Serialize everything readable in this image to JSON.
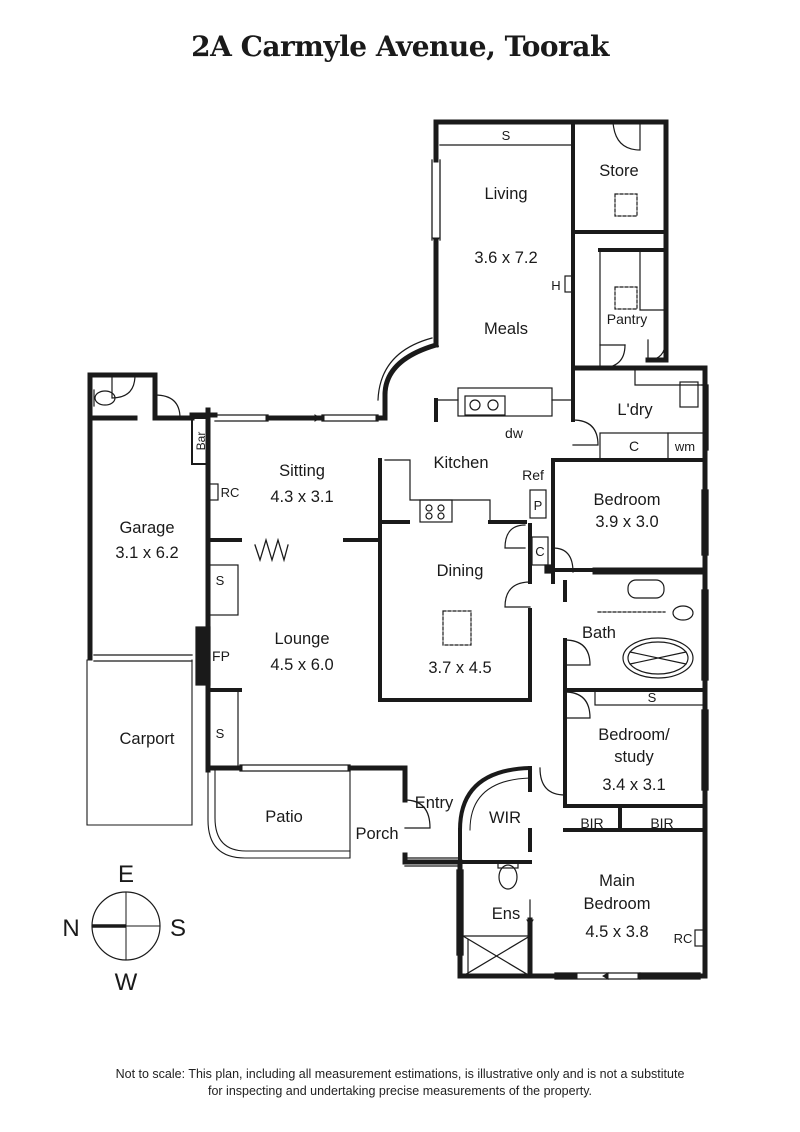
{
  "title": "2A Carmyle Avenue, Toorak",
  "rooms": {
    "living": {
      "name": "Living",
      "dims": "3.6 x 7.2",
      "name2": "Meals"
    },
    "store": {
      "name": "Store"
    },
    "pantry": {
      "name": "Pantry"
    },
    "laundry": {
      "name": "L'dry"
    },
    "kitchen": {
      "name": "Kitchen"
    },
    "sitting": {
      "name": "Sitting",
      "dims": "4.3 x 3.1"
    },
    "bedroom1": {
      "name": "Bedroom",
      "dims": "3.9 x 3.0"
    },
    "garage": {
      "name": "Garage",
      "dims": "3.1 x 6.2"
    },
    "dining": {
      "name": "Dining",
      "dims": "3.7 x 4.5"
    },
    "lounge": {
      "name": "Lounge",
      "dims": "4.5 x 6.0"
    },
    "bath": {
      "name": "Bath"
    },
    "carport": {
      "name": "Carport"
    },
    "study": {
      "name1": "Bedroom/",
      "name2": "study",
      "dims": "3.4 x 3.1"
    },
    "patio": {
      "name": "Patio"
    },
    "porch": {
      "name": "Porch"
    },
    "entry": {
      "name": "Entry"
    },
    "wir": {
      "name": "WIR"
    },
    "main": {
      "name1": "Main",
      "name2": "Bedroom",
      "dims": "4.5 x 3.8"
    },
    "ens": {
      "name": "Ens"
    }
  },
  "fixtures": {
    "s": "S",
    "h": "H",
    "dw": "dw",
    "c": "C",
    "wm": "wm",
    "ref": "Ref",
    "p": "P",
    "bar": "Bar",
    "rc": "RC",
    "fp": "FP",
    "bir": "BIR"
  },
  "compass": {
    "n": "N",
    "e": "E",
    "s": "S",
    "w": "W"
  },
  "disclaimer": {
    "line1": "Not to scale: This plan, including all measurement estimations, is illustrative only and is not a substitute",
    "line2": "for inspecting and undertaking precise measurements of the property."
  }
}
